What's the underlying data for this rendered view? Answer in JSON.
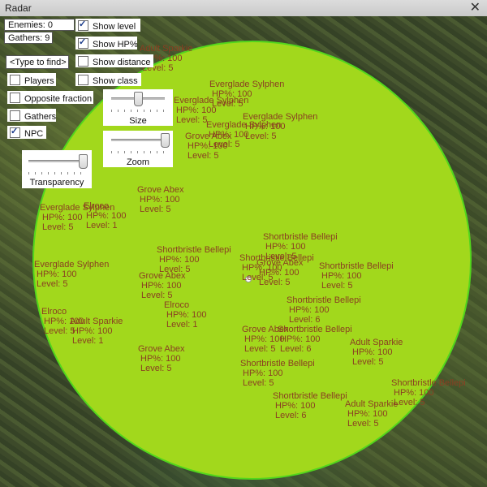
{
  "window": {
    "title": "Radar",
    "close_glyph": "✕"
  },
  "status": {
    "enemies": "Enemies: 0",
    "gathers": "Gathers: 9"
  },
  "find": {
    "placeholder": "<Type to find>"
  },
  "checkboxes": {
    "players": {
      "label": "Players",
      "checked": false
    },
    "opposite_fraction": {
      "label": "Opposite fraction",
      "checked": false
    },
    "gathers": {
      "label": "Gathers",
      "checked": false
    },
    "npc": {
      "label": "NPC",
      "checked": true
    },
    "show_level": {
      "label": "Show level",
      "checked": true
    },
    "show_hp": {
      "label": "Show HP%",
      "checked": true
    },
    "show_distance": {
      "label": "Show distance",
      "checked": false
    },
    "show_class": {
      "label": "Show class",
      "checked": false
    }
  },
  "sliders": {
    "size": {
      "label": "Size",
      "value": 0.5
    },
    "zoom": {
      "label": "Zoom",
      "value": 1.0
    },
    "transparency": {
      "label": "Transparency",
      "value": 0.95
    }
  },
  "radar": {
    "fill_color": "#a2d81c",
    "border_color": "#52d61c",
    "label_color": "#8a3f22"
  },
  "entities": [
    {
      "name": "Adult Sparkie",
      "hp": "HP%: 100",
      "level": "Level: 5"
    },
    {
      "name": "Everglade Sylphen",
      "hp": "HP%: 100",
      "level": "Level: 5"
    },
    {
      "name": "Everglade Sylphen",
      "hp": "HP%: 100",
      "level": "Level: 5"
    },
    {
      "name": "Everglade Sylphen",
      "hp": "HP%: 100",
      "level": "Level: 5"
    },
    {
      "name": "Everglade Sylphen",
      "hp": "HP%: 100",
      "level": "Level: 5"
    },
    {
      "name": "Grove Abex",
      "hp": "HP%: 100",
      "level": "Level: 5"
    },
    {
      "name": "Grove Abex",
      "hp": "HP%: 100",
      "level": "Level: 5"
    },
    {
      "name": "Everglade Sylphen",
      "hp": "HP%: 100",
      "level": "Level: 5"
    },
    {
      "name": "Elroco",
      "hp": "HP%: 100",
      "level": "Level: 1"
    },
    {
      "name": "Everglade Sylphen",
      "hp": "HP%: 100",
      "level": "Level: 5"
    },
    {
      "name": "Shortbristle Bellepi",
      "hp": "HP%: 100",
      "level": "Level: 5"
    },
    {
      "name": "Shortbristle Bellepi",
      "hp": "HP%: 100",
      "level": "Level: 5"
    },
    {
      "name": "Shortbristle Bellepi",
      "hp": "HP%: 100",
      "level": "Level: 5"
    },
    {
      "name": "Grove Abex",
      "hp": "HP%: 100",
      "level": "Level: 5"
    },
    {
      "name": "Grove Abex",
      "hp": "HP%: 100",
      "level": "Level: 5"
    },
    {
      "name": "Shortbristle Bellepi",
      "hp": "HP%: 100",
      "level": "Level: 5"
    },
    {
      "name": "Elroco",
      "hp": "HP%: 100",
      "level": "Level: 1"
    },
    {
      "name": "Shortbristle Bellepi",
      "hp": "HP%: 100",
      "level": "Level: 6"
    },
    {
      "name": "Elroco",
      "hp": "HP%: 100",
      "level": "Level: 5"
    },
    {
      "name": "Adult Sparkie",
      "hp": "HP%: 100",
      "level": "Level: 1"
    },
    {
      "name": "Grove Abex",
      "hp": "HP%: 100",
      "level": "Level: 5"
    },
    {
      "name": "Shortbristle Bellepi",
      "hp": "HP%: 100",
      "level": "Level: 6"
    },
    {
      "name": "Adult Sparkie",
      "hp": "HP%: 100",
      "level": "Level: 5"
    },
    {
      "name": "Grove Abex",
      "hp": "HP%: 100",
      "level": "Level: 5"
    },
    {
      "name": "Shortbristle Bellepi",
      "hp": "HP%: 100",
      "level": "Level: 5"
    },
    {
      "name": "Shortbristle Bellepi",
      "hp": "HP%: 100",
      "level": "Level: 6"
    },
    {
      "name": "Adult Sparkie",
      "hp": "HP%: 100",
      "level": "Level: 5"
    },
    {
      "name": "Shortbristle Bellepi",
      "hp": "HP%: 100",
      "level": "Level: 5"
    }
  ]
}
